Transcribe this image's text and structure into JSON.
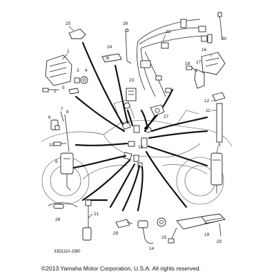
{
  "diagram": {
    "callouts": [
      {
        "id": "c1",
        "text": "1"
      },
      {
        "id": "c2",
        "text": "2"
      },
      {
        "id": "c3",
        "text": "3"
      },
      {
        "id": "c4",
        "text": "4"
      },
      {
        "id": "c5",
        "text": "5"
      },
      {
        "id": "c6",
        "text": "6"
      },
      {
        "id": "c7",
        "text": "7"
      },
      {
        "id": "c8",
        "text": "8"
      },
      {
        "id": "c9",
        "text": "9"
      },
      {
        "id": "c10",
        "text": "10"
      },
      {
        "id": "c11",
        "text": "11"
      },
      {
        "id": "c12",
        "text": "12"
      },
      {
        "id": "c13",
        "text": "13"
      },
      {
        "id": "c14",
        "text": "14"
      },
      {
        "id": "c15",
        "text": "15"
      },
      {
        "id": "c16",
        "text": "16"
      },
      {
        "id": "c17",
        "text": "17"
      },
      {
        "id": "c18",
        "text": "18"
      },
      {
        "id": "c19",
        "text": "19"
      },
      {
        "id": "c20",
        "text": "20"
      },
      {
        "id": "c21",
        "text": "21"
      },
      {
        "id": "c22",
        "text": "22"
      },
      {
        "id": "c23",
        "text": "23"
      },
      {
        "id": "c24",
        "text": "24"
      },
      {
        "id": "c25",
        "text": "25"
      },
      {
        "id": "c26",
        "text": "26"
      },
      {
        "id": "c27",
        "text": "27"
      },
      {
        "id": "c28",
        "text": "28"
      },
      {
        "id": "c29",
        "text": "29"
      },
      {
        "id": "c30",
        "text": "30"
      }
    ],
    "drawing_code": "33D1110-J380",
    "copyright": "©2013 Yamaha Motor Corporation, U.S.A. All rights reserved."
  }
}
